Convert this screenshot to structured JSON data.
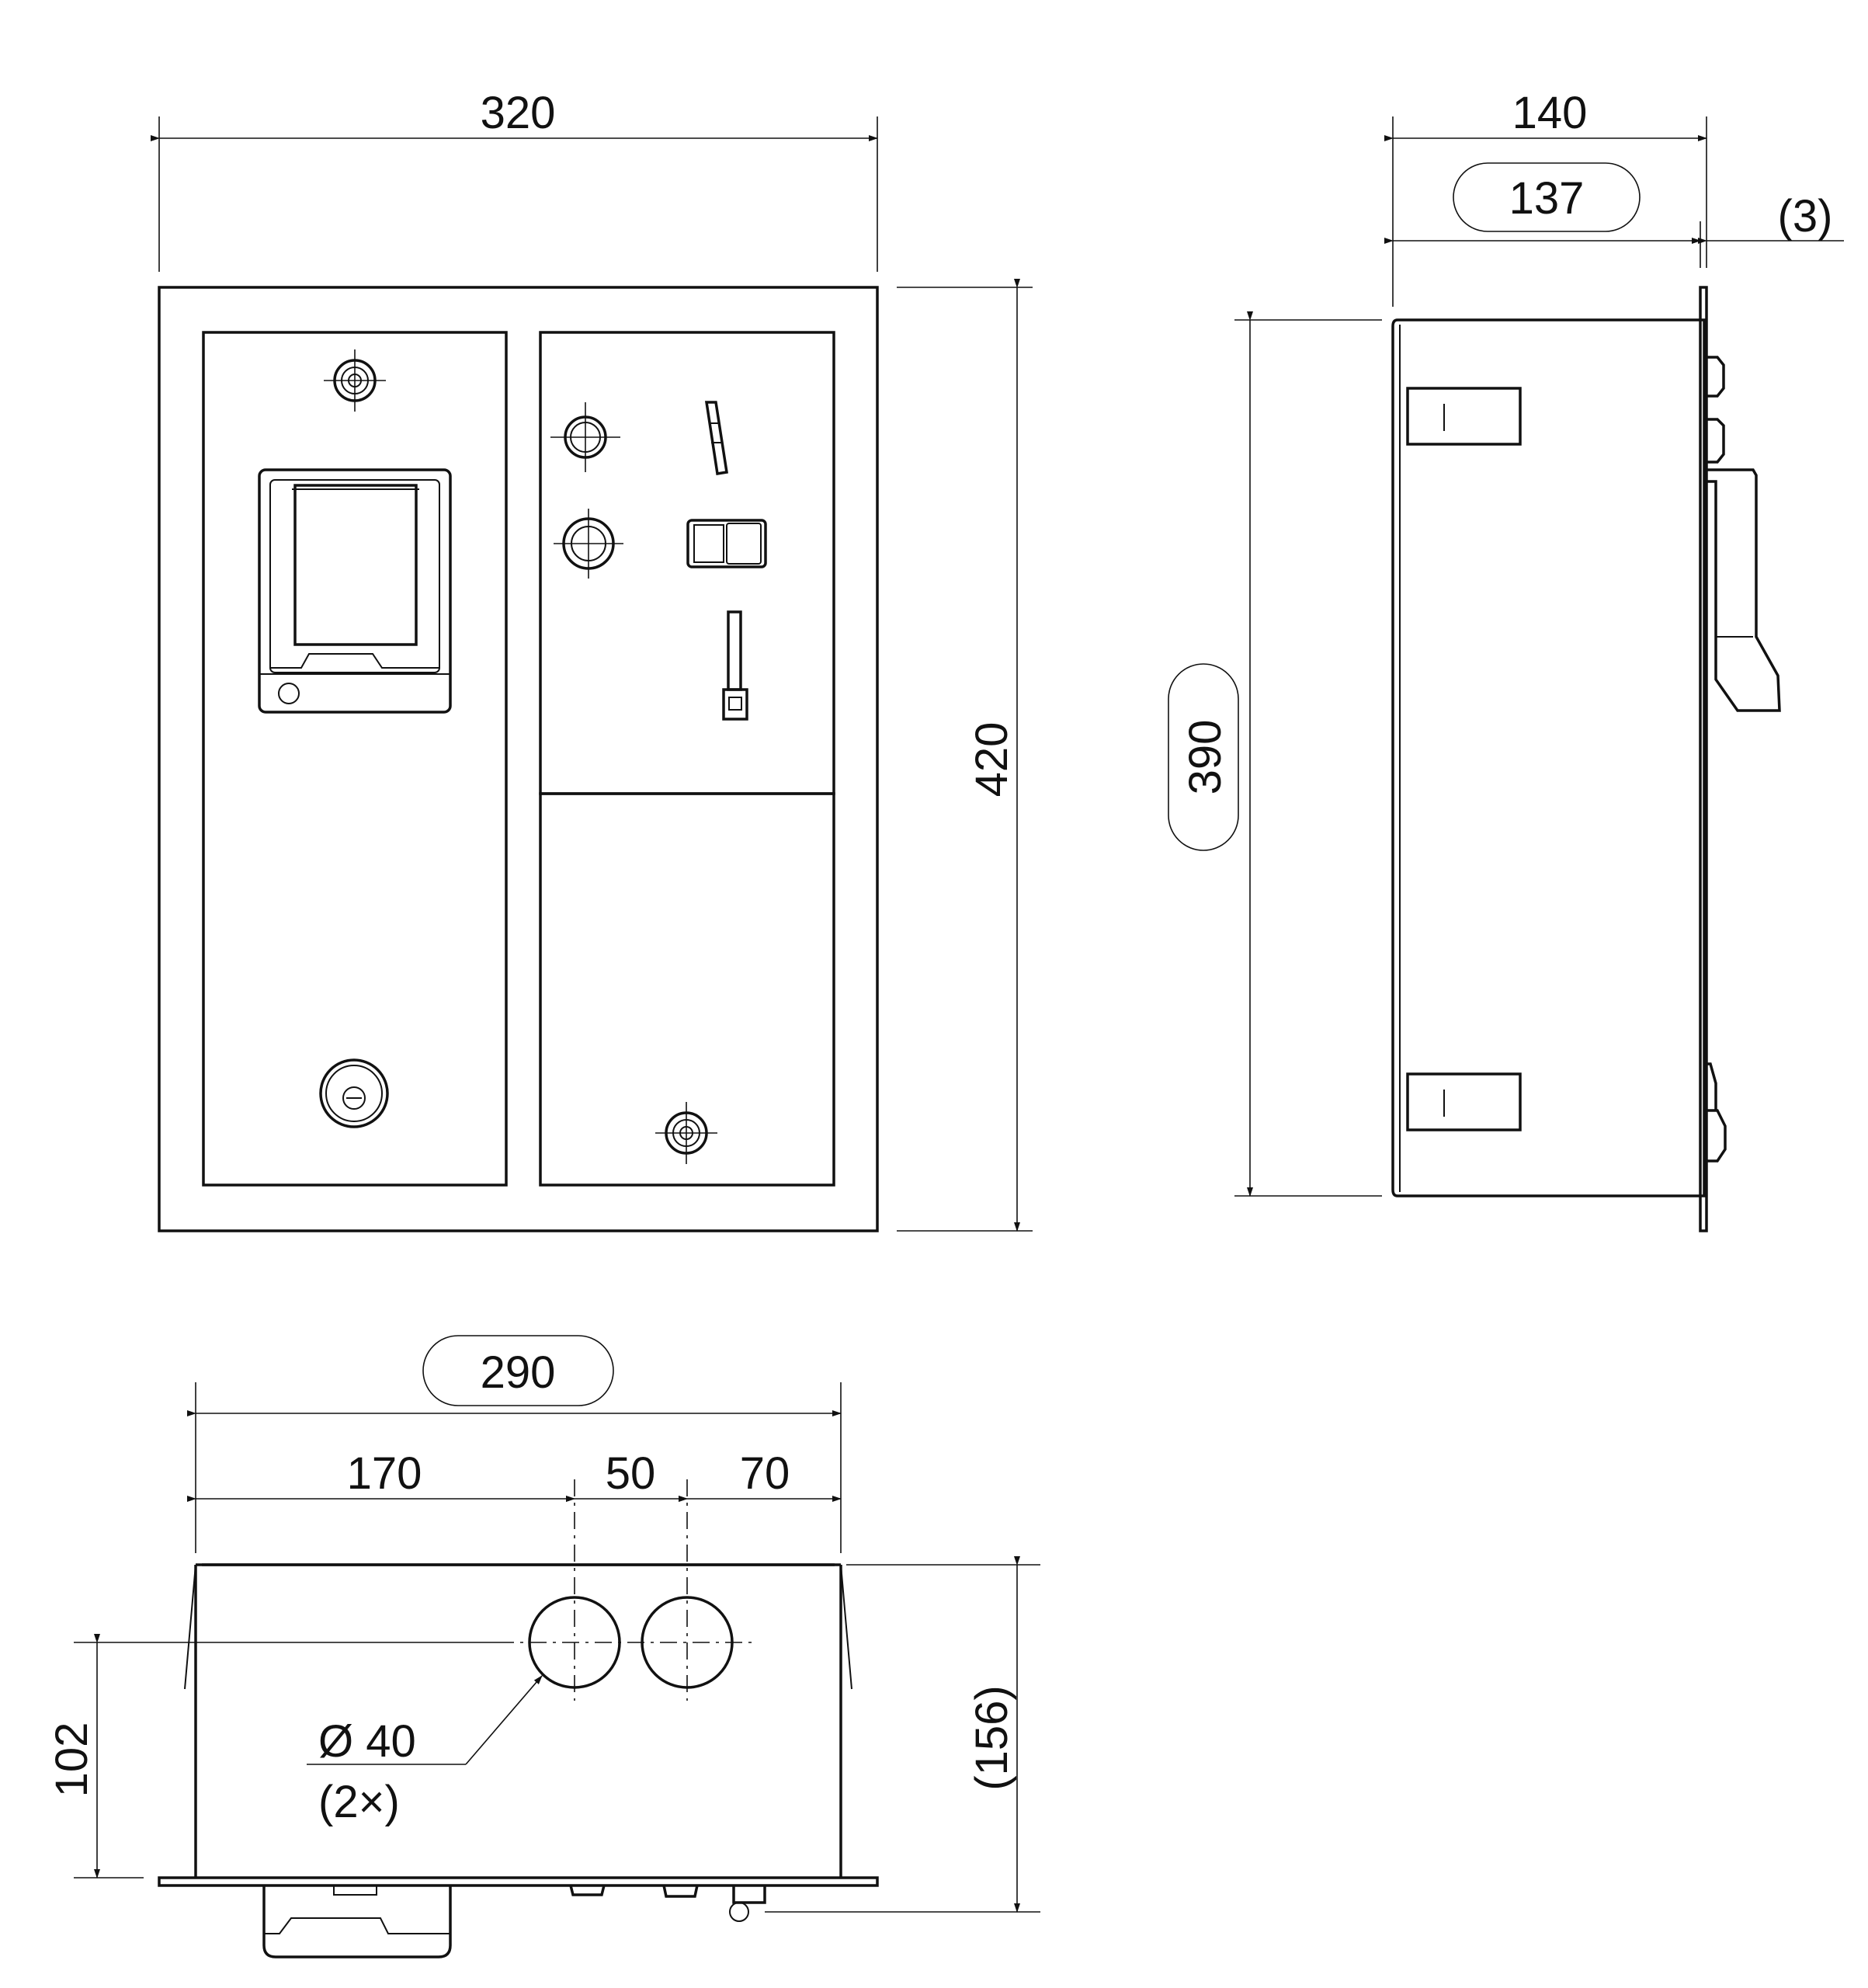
{
  "front_view": {
    "width_label": "320",
    "height_label": "420"
  },
  "side_view": {
    "depth_label": "140",
    "inner_depth_label": "137",
    "flange_label": "(3)",
    "height_label": "390"
  },
  "bottom_view": {
    "overall_label": "290",
    "seg1_label": "170",
    "seg2_label": "50",
    "seg3_label": "70",
    "hole_height_label": "102",
    "total_depth_label": "(156)",
    "hole_diameter_label": "Ø 40",
    "hole_count_label": "(2×)"
  }
}
